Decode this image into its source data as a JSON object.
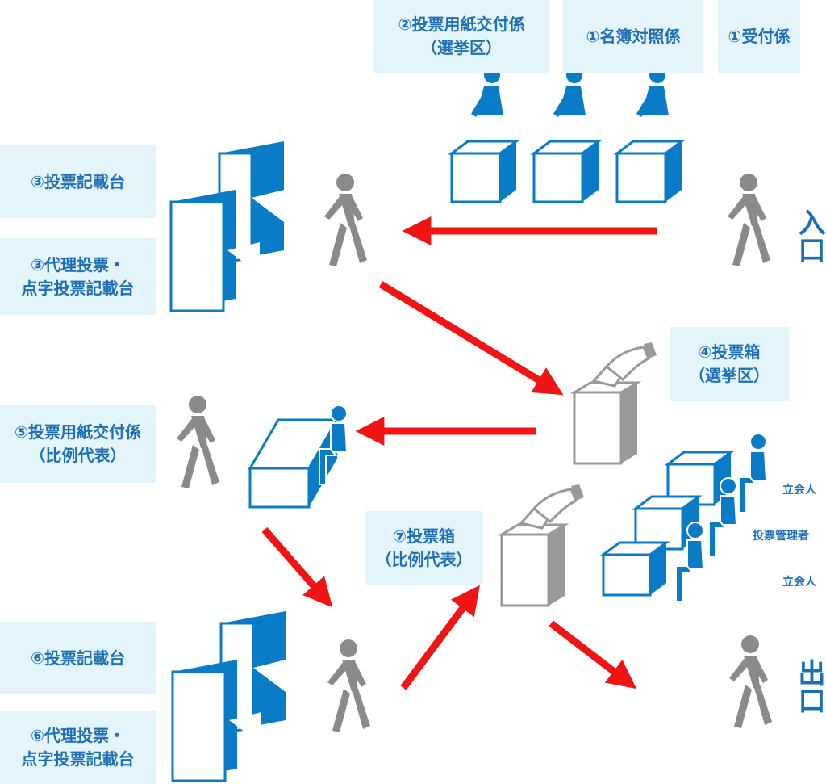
{
  "labels": {
    "ballot_issue_district": "②投票用紙交付係\n（選挙区）",
    "roster_check": "①名簿対照係",
    "reception": "①受付係",
    "writing_desk_1": "③投票記載台",
    "proxy_desk_1": "③代理投票・\n点字投票記載台",
    "ballot_box_district": "④投票箱\n（選挙区）",
    "ballot_issue_pr": "⑤投票用紙交付係\n（比例代表）",
    "ballot_box_pr": "⑦投票箱\n（比例代表）",
    "writing_desk_2": "⑥投票記載台",
    "proxy_desk_2": "⑥代理投票・\n点字投票記載台"
  },
  "officials": {
    "witness_top": "立会人",
    "manager": "投票管理者",
    "witness_bottom": "立会人"
  },
  "entrance": "入口",
  "exit": "出口",
  "colors": {
    "label_bg": "#e3f4fa",
    "text_blue": "#1f6fb5",
    "staff_blue": "#0a7bc6",
    "person_gray": "#8a8a8a",
    "arrow_red": "#f01414"
  }
}
